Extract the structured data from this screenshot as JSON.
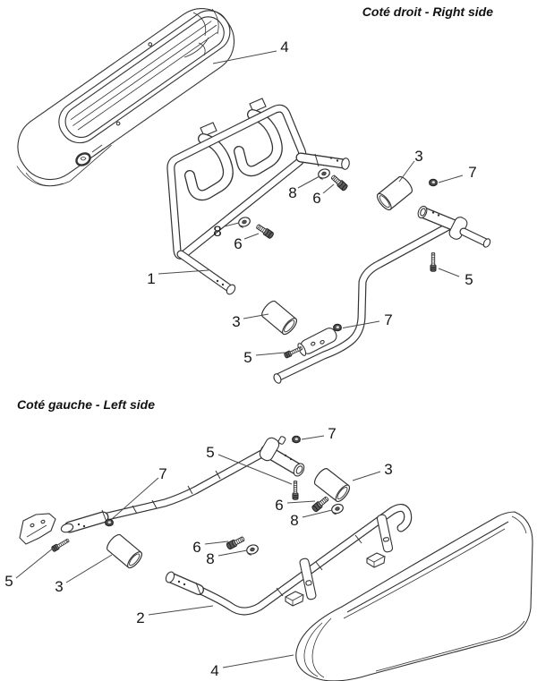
{
  "right_section": {
    "title": "Coté droit - Right side",
    "callouts": {
      "pad": "4",
      "washer_top": "8",
      "bolt_top": "6",
      "washer_mid": "8",
      "bolt_mid": "6",
      "frame": "1",
      "spacer_top": "3",
      "nut_top": "7",
      "bolt_long_top": "5",
      "spacer_bottom": "3",
      "nut_bottom": "7",
      "bolt_long_bottom": "5"
    }
  },
  "left_section": {
    "title": "Coté gauche - Left side",
    "callouts": {
      "nut_top": "7",
      "bolt_long_top": "5",
      "spacer_top": "3",
      "nut_left": "7",
      "bolt_upper": "6",
      "washer_upper": "8",
      "bolt_lower": "6",
      "washer_lower": "8",
      "bolt_long_left": "5",
      "spacer_left": "3",
      "frame": "2",
      "pad": "4"
    }
  },
  "colors": {
    "line": "#333333",
    "text": "#161616"
  }
}
